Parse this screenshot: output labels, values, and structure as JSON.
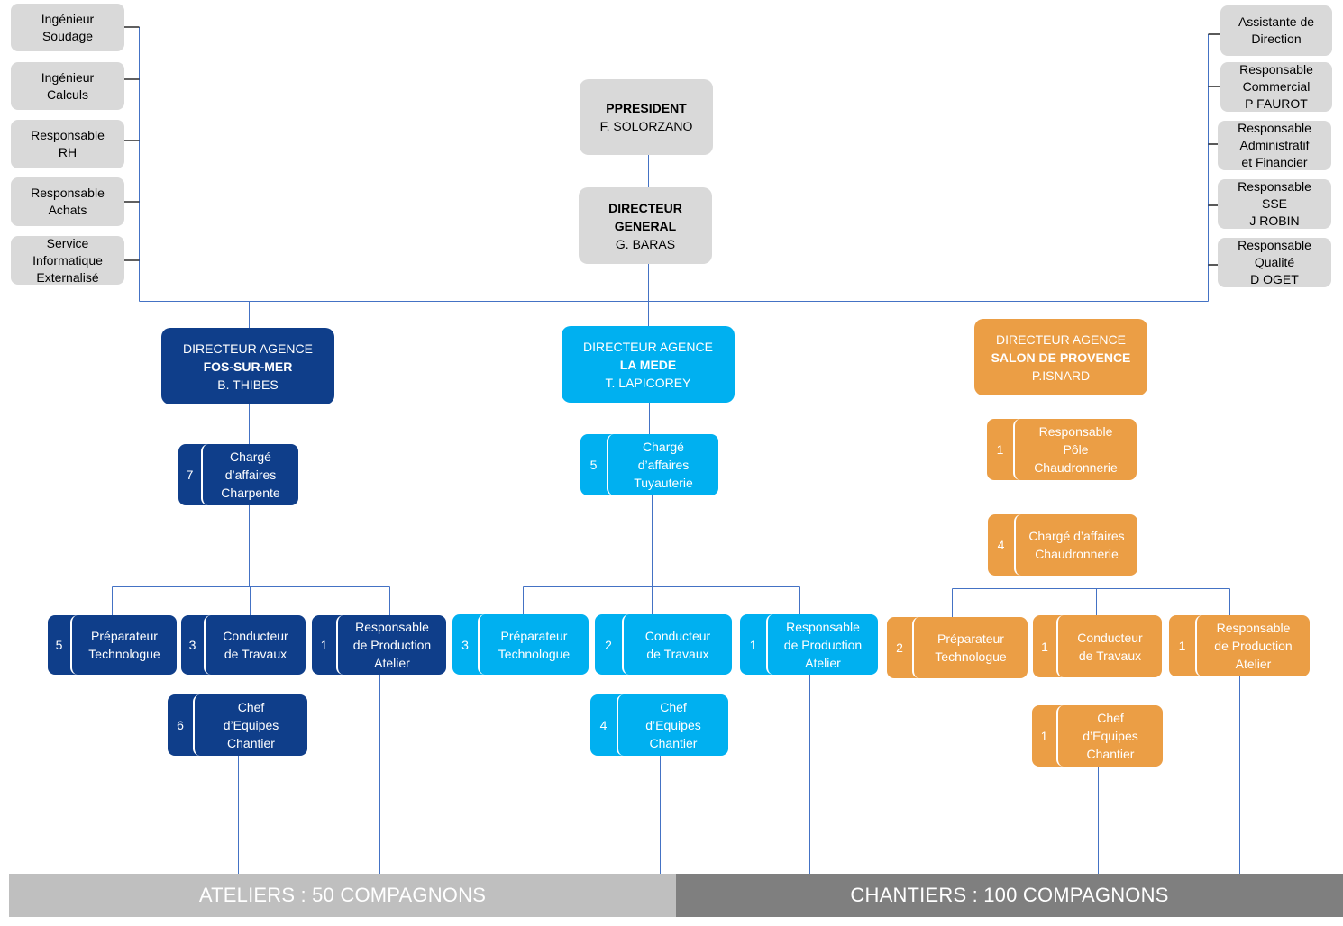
{
  "staff_left": [
    {
      "lines": [
        "Ingénieur",
        "Soudage"
      ]
    },
    {
      "lines": [
        "Ingénieur",
        "Calculs"
      ]
    },
    {
      "lines": [
        "Responsable",
        "RH"
      ]
    },
    {
      "lines": [
        "Responsable",
        "Achats"
      ]
    },
    {
      "lines": [
        "Service",
        "Informatique",
        "Externalisé"
      ]
    }
  ],
  "staff_right": [
    {
      "lines": [
        "Assistante de",
        "Direction"
      ]
    },
    {
      "lines": [
        "Responsable",
        "Commercial",
        "P FAUROT"
      ]
    },
    {
      "lines": [
        "Responsable",
        "Administratif",
        "et Financier"
      ]
    },
    {
      "lines": [
        "Responsable",
        "SSE",
        "J ROBIN"
      ]
    },
    {
      "lines": [
        "Responsable",
        "Qualité",
        "D OGET"
      ]
    }
  ],
  "president": {
    "title": "PPRESIDENT",
    "name": "F. SOLORZANO"
  },
  "director_general": {
    "title": [
      "DIRECTEUR",
      "GENERAL"
    ],
    "name": "G. BARAS"
  },
  "agencies": [
    {
      "color": "#0f3e8a",
      "director": {
        "label": "DIRECTEUR AGENCE",
        "site": "FOS-SUR-MER",
        "name": "B. THIBES"
      },
      "charge_affaires": {
        "count": "7",
        "lines": [
          "Chargé",
          "d’affaires",
          "Charpente"
        ]
      },
      "preparateur": {
        "count": "5",
        "lines": [
          "Préparateur",
          "Technologue"
        ]
      },
      "conducteur": {
        "count": "3",
        "lines": [
          "Conducteur",
          "de Travaux"
        ]
      },
      "resp_production": {
        "count": "1",
        "lines": [
          "Responsable",
          "de Production",
          "Atelier"
        ]
      },
      "chef_equipes": {
        "count": "6",
        "lines": [
          "Chef",
          "d’Equipes",
          "Chantier"
        ]
      }
    },
    {
      "color": "#00b0f0",
      "director": {
        "label": "DIRECTEUR AGENCE",
        "site": "LA MEDE",
        "name": "T. LAPICOREY"
      },
      "charge_affaires": {
        "count": "5",
        "lines": [
          "Chargé",
          "d’affaires",
          "Tuyauterie"
        ]
      },
      "preparateur": {
        "count": "3",
        "lines": [
          "Préparateur",
          "Technologue"
        ]
      },
      "conducteur": {
        "count": "2",
        "lines": [
          "Conducteur",
          "de Travaux"
        ]
      },
      "resp_production": {
        "count": "1",
        "lines": [
          "Responsable",
          "de Production",
          "Atelier"
        ]
      },
      "chef_equipes": {
        "count": "4",
        "lines": [
          "Chef",
          "d’Equipes",
          "Chantier"
        ]
      }
    },
    {
      "color": "#eb9e45",
      "director": {
        "label": "DIRECTEUR AGENCE",
        "site": "SALON DE PROVENCE",
        "name": "P.ISNARD"
      },
      "resp_pole": {
        "count": "1",
        "lines": [
          "Responsable",
          "Pôle",
          "Chaudronnerie"
        ]
      },
      "charge_affaires": {
        "count": "4",
        "lines": [
          "Chargé d’affaires",
          "Chaudronnerie"
        ]
      },
      "preparateur": {
        "count": "2",
        "lines": [
          "Préparateur",
          "Technologue"
        ]
      },
      "conducteur": {
        "count": "1",
        "lines": [
          "Conducteur",
          "de Travaux"
        ]
      },
      "resp_production": {
        "count": "1",
        "lines": [
          "Responsable",
          "de Production",
          "Atelier"
        ]
      },
      "chef_equipes": {
        "count": "1",
        "lines": [
          "Chef",
          "d’Equipes",
          "Chantier"
        ]
      }
    }
  ],
  "footer": {
    "ateliers": "ATELIERS : 50 COMPAGNONS",
    "chantiers": "CHANTIERS : 100 COMPAGNONS"
  },
  "colors": {
    "staff_box": "#d9d9d9",
    "footer_ateliers": "#bfbfbf",
    "footer_chantiers": "#7f7f7f"
  }
}
